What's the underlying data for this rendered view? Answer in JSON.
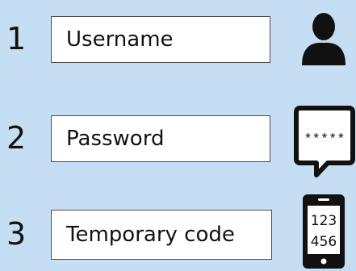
{
  "steps": [
    {
      "number": "1",
      "label": "Username",
      "icon": "user-icon"
    },
    {
      "number": "2",
      "label": "Password",
      "icon": "password-message-icon",
      "icon_text": "*****"
    },
    {
      "number": "3",
      "label": "Temporary code",
      "icon": "phone-icon",
      "icon_text_line1": "123",
      "icon_text_line2": "456"
    }
  ],
  "colors": {
    "background": "#c6def4",
    "field_background": "#ffffff",
    "icon": "#111111"
  }
}
